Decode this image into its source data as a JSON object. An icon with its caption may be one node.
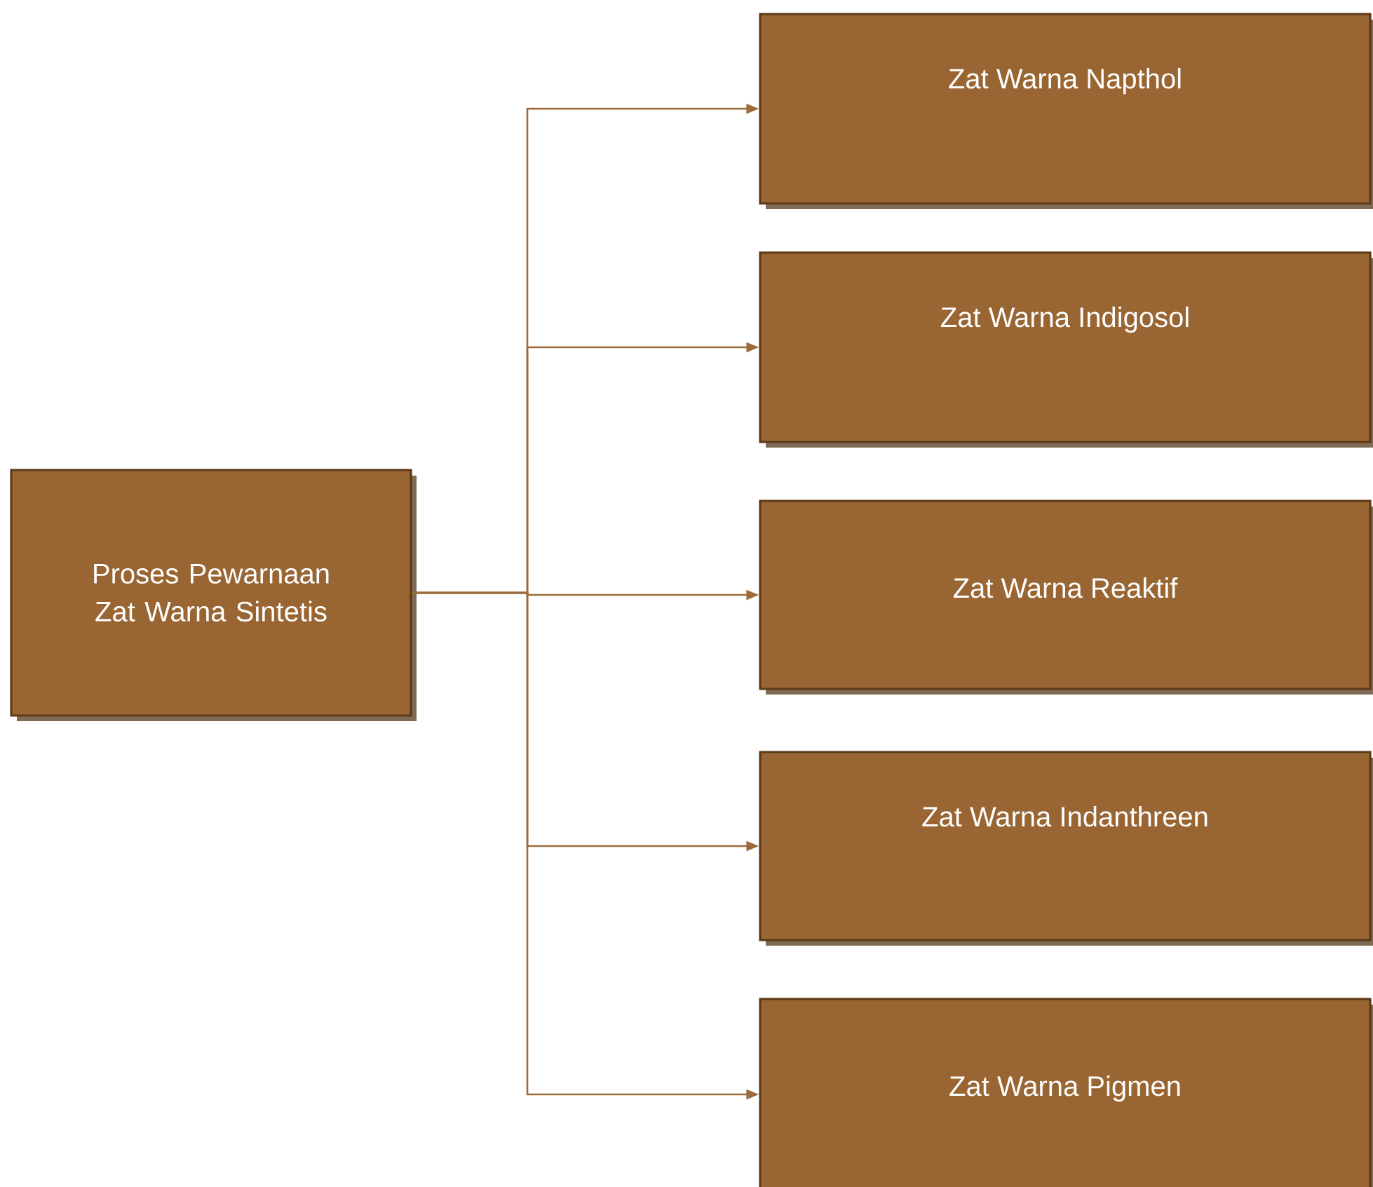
{
  "diagram": {
    "nodes": [
      {
        "text": [
          "Proses Pewarnaan Zat Warna Sintetis"
        ]
      },
      {
        "text": [
          "Zat Warna Napthol"
        ]
      },
      {
        "text": [
          "Zat Warna Indigosol"
        ]
      },
      {
        "text": [
          "Zat Warna Reaktif"
        ]
      },
      {
        "text": [
          "Zat Warna Indanthreen"
        ]
      },
      {
        "text": [
          "Zat Warna Pigmen"
        ]
      }
    ],
    "edges": [
      {
        "from": 0,
        "to": 1,
        "arrow": "to"
      },
      {
        "from": 0,
        "to": 2,
        "arrow": "to"
      },
      {
        "from": 0,
        "to": 3,
        "arrow": "to"
      },
      {
        "from": 0,
        "to": 4,
        "arrow": "to"
      },
      {
        "from": 0,
        "to": 5,
        "arrow": "to"
      }
    ]
  }
}
